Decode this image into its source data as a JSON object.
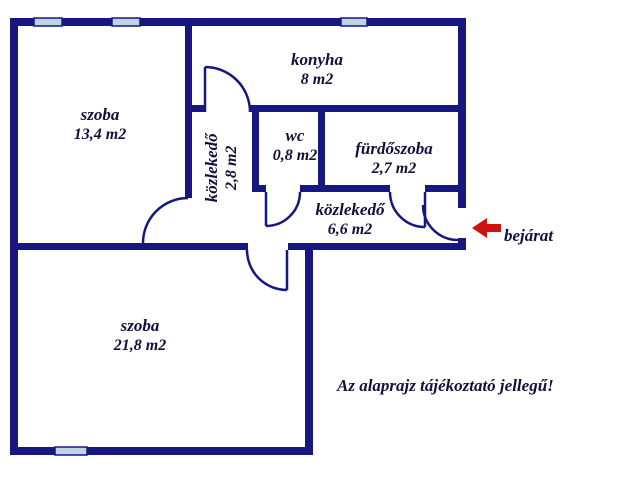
{
  "colors": {
    "wall": "#171780",
    "window": "#bcd4ea",
    "arrow": "#cc1111",
    "ink": "#10103c",
    "background": "#ffffff"
  },
  "rooms": {
    "szoba_top": {
      "name": "szoba",
      "area": "13,4 m2"
    },
    "konyha": {
      "name": "konyha",
      "area": "8 m2"
    },
    "kozlekedo_small": {
      "name": "közlekedő",
      "area": "2,8 m2"
    },
    "wc": {
      "name": "wc",
      "area": "0,8 m2"
    },
    "furdoszoba": {
      "name": "fürdőszoba",
      "area": "2,7 m2"
    },
    "kozlekedo_large": {
      "name": "közlekedő",
      "area": "6,6 m2"
    },
    "szoba_bottom": {
      "name": "szoba",
      "area": "21,8 m2"
    }
  },
  "entrance": {
    "label": "bejárat"
  },
  "disclaimer": "Az alaprajz tájékoztató jellegű!"
}
